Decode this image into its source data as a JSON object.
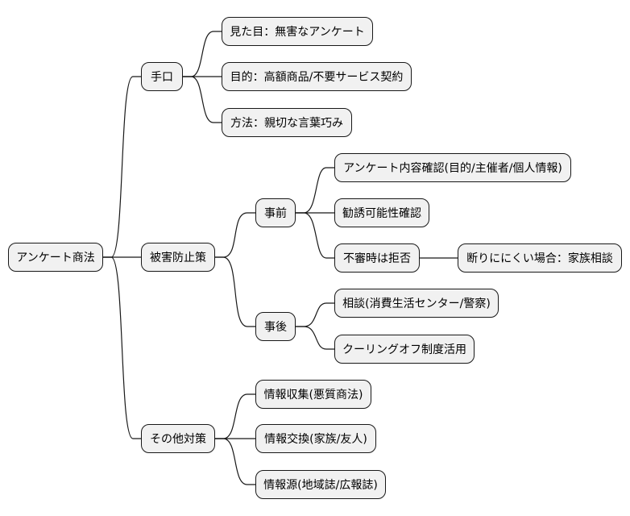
{
  "mindmap": {
    "root": "アンケート商法",
    "branches": [
      {
        "label": "手口",
        "children": [
          {
            "label": "見た目：無害なアンケート"
          },
          {
            "label": "目的：高額商品/不要サービス契約"
          },
          {
            "label": "方法：親切な言葉巧み"
          }
        ]
      },
      {
        "label": "被害防止策",
        "children": [
          {
            "label": "事前",
            "children": [
              {
                "label": "アンケート内容確認(目的/主催者/個人情報)"
              },
              {
                "label": "勧誘可能性確認"
              },
              {
                "label": "不審時は拒否",
                "children": [
                  {
                    "label": "断りににくい場合：家族相談"
                  }
                ]
              }
            ]
          },
          {
            "label": "事後",
            "children": [
              {
                "label": "相談(消費生活センター/警察)"
              },
              {
                "label": "クーリングオフ制度活用"
              }
            ]
          }
        ]
      },
      {
        "label": "その他対策",
        "children": [
          {
            "label": "情報収集(悪質商法)"
          },
          {
            "label": "情報交換(家族/友人)"
          },
          {
            "label": "情報源(地域誌/広報誌)"
          }
        ]
      }
    ]
  }
}
